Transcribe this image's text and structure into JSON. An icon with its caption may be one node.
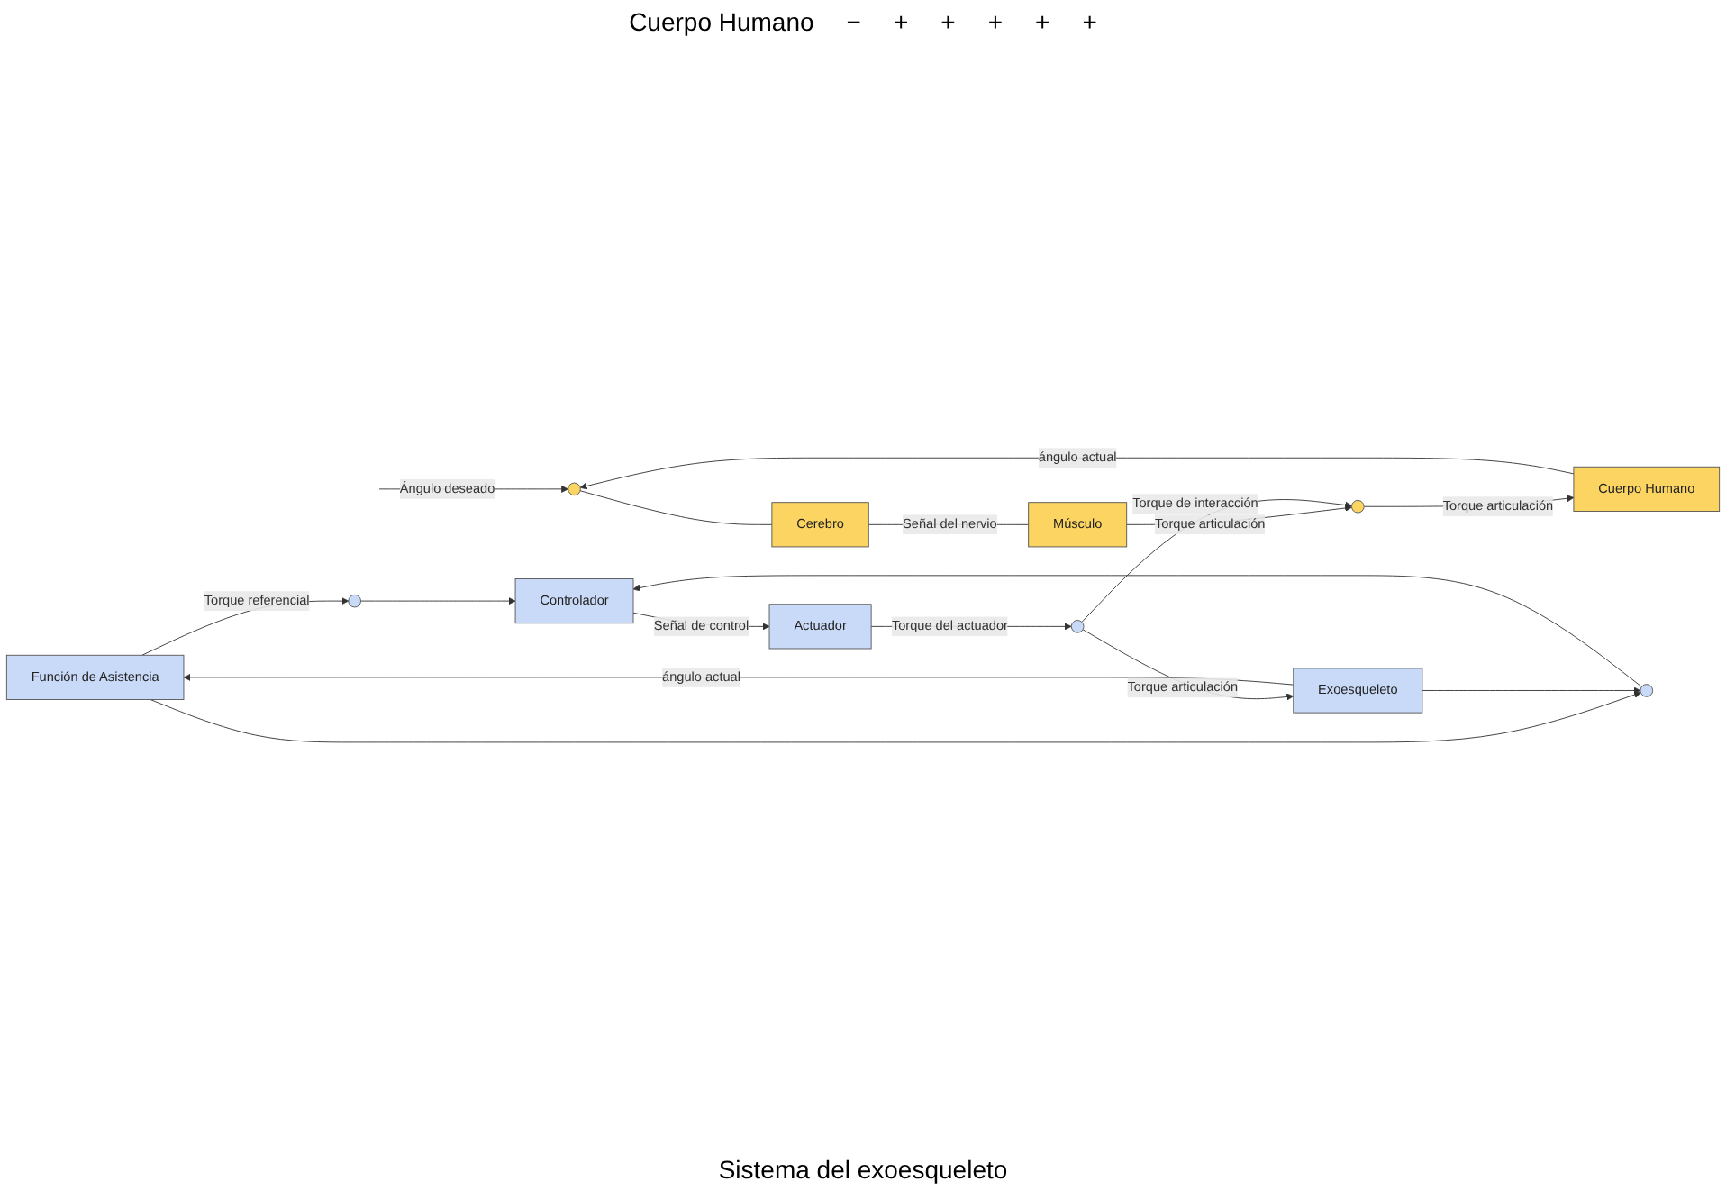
{
  "diagram": {
    "nodes": [
      {
        "text": [],
        "shape": "circle"
      },
      {
        "text": [
          "Cerebro"
        ]
      },
      {
        "text": [
          "Músculo"
        ]
      },
      {
        "text": [],
        "shape": "circle"
      },
      {
        "text": [
          "Cuerpo Humano"
        ]
      },
      {
        "text": [
          "Función de Asistencia"
        ]
      },
      {
        "text": [],
        "shape": "circle"
      },
      {
        "text": [],
        "shape": "circle"
      },
      {
        "text": [
          "Controlador"
        ]
      },
      {
        "text": [
          "Actuador"
        ]
      },
      {
        "text": [],
        "shape": "circle"
      },
      {
        "text": [
          "Exoesqueleto"
        ]
      }
    ],
    "edges": [
      {
        "from": null,
        "to": 0,
        "arrow": "to",
        "label": "Ángulo deseado"
      },
      {
        "from": 0,
        "to": 1,
        "arrow": "none"
      },
      {
        "from": 1,
        "to": 2,
        "arrow": "none",
        "label": "Señal del nervio"
      },
      {
        "from": 2,
        "to": 3,
        "arrow": "to",
        "label": "Torque articulación"
      },
      {
        "from": 3,
        "to": 4,
        "arrow": "to",
        "label": "Torque articulación"
      },
      {
        "from": 4,
        "to": 0,
        "arrow": "to",
        "label": "ángulo actual"
      },
      {
        "from": 5,
        "to": 6,
        "arrow": "to",
        "label": "Torque referencial"
      },
      {
        "from": 5,
        "to": 7,
        "arrow": "to"
      },
      {
        "from": 6,
        "to": 8,
        "arrow": "to"
      },
      {
        "from": 7,
        "to": 8,
        "arrow": "to"
      },
      {
        "from": 8,
        "to": 9,
        "arrow": "to",
        "label": "Señal de control"
      },
      {
        "from": 9,
        "to": 10,
        "arrow": "to",
        "label": "Torque del actuador"
      },
      {
        "from": 10,
        "to": 3,
        "arrow": "to",
        "label": "Torque de interacción"
      },
      {
        "from": 10,
        "to": 11,
        "arrow": "to",
        "label": "Torque articulación"
      },
      {
        "from": 11,
        "to": 5,
        "arrow": "to",
        "label": "ángulo actual"
      },
      {
        "from": 11,
        "to": 7,
        "arrow": "to"
      }
    ],
    "labels": [
      "Cuerpo Humano",
      "−",
      "+",
      "+",
      "+",
      "+",
      "+",
      "Sistema del exoesqueleto"
    ]
  }
}
